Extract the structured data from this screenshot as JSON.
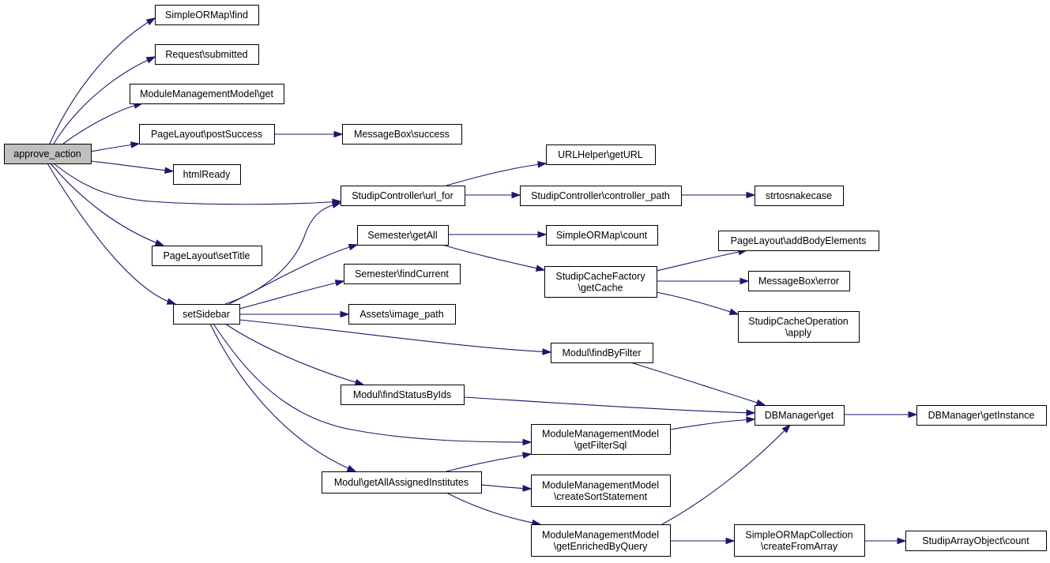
{
  "graph": {
    "nodes": [
      {
        "id": "approve_action",
        "lines": [
          "approve_action"
        ],
        "root": true
      },
      {
        "id": "orm_find",
        "lines": [
          "SimpleORMap\\find"
        ]
      },
      {
        "id": "req_submitted",
        "lines": [
          "Request\\submitted"
        ]
      },
      {
        "id": "mmm_get",
        "lines": [
          "ModuleManagementModel\\get"
        ]
      },
      {
        "id": "pl_postsuccess",
        "lines": [
          "PageLayout\\postSuccess"
        ]
      },
      {
        "id": "mb_success",
        "lines": [
          "MessageBox\\success"
        ]
      },
      {
        "id": "htmlready",
        "lines": [
          "htmlReady"
        ]
      },
      {
        "id": "sc_urlfor",
        "lines": [
          "StudipController\\url_for"
        ]
      },
      {
        "id": "urlhelper_geturl",
        "lines": [
          "URLHelper\\getURL"
        ]
      },
      {
        "id": "sc_controllerpath",
        "lines": [
          "StudipController\\controller_path"
        ]
      },
      {
        "id": "strtosnakecase",
        "lines": [
          "strtosnakecase"
        ]
      },
      {
        "id": "pl_settitle",
        "lines": [
          "PageLayout\\setTitle"
        ]
      },
      {
        "id": "setsidebar",
        "lines": [
          "setSidebar"
        ]
      },
      {
        "id": "sem_getall",
        "lines": [
          "Semester\\getAll"
        ]
      },
      {
        "id": "orm_count",
        "lines": [
          "SimpleORMap\\count"
        ]
      },
      {
        "id": "scf_getcache",
        "lines": [
          "StudipCacheFactory",
          "\\getCache"
        ]
      },
      {
        "id": "pl_addbody",
        "lines": [
          "PageLayout\\addBodyElements"
        ]
      },
      {
        "id": "mb_error",
        "lines": [
          "MessageBox\\error"
        ]
      },
      {
        "id": "sco_apply",
        "lines": [
          "StudipCacheOperation",
          "\\apply"
        ]
      },
      {
        "id": "sem_findcurrent",
        "lines": [
          "Semester\\findCurrent"
        ]
      },
      {
        "id": "assets_imagepath",
        "lines": [
          "Assets\\image_path"
        ]
      },
      {
        "id": "modul_findbyfilter",
        "lines": [
          "Modul\\findByFilter"
        ]
      },
      {
        "id": "modul_findstatus",
        "lines": [
          "Modul\\findStatusByIds"
        ]
      },
      {
        "id": "dbm_get",
        "lines": [
          "DBManager\\get"
        ]
      },
      {
        "id": "dbm_getinstance",
        "lines": [
          "DBManager\\getInstance"
        ]
      },
      {
        "id": "mmm_getfiltersql",
        "lines": [
          "ModuleManagementModel",
          "\\getFilterSql"
        ]
      },
      {
        "id": "modul_getallassigned",
        "lines": [
          "Modul\\getAllAssignedInstitutes"
        ]
      },
      {
        "id": "mmm_createsort",
        "lines": [
          "ModuleManagementModel",
          "\\createSortStatement"
        ]
      },
      {
        "id": "mmm_getenriched",
        "lines": [
          "ModuleManagementModel",
          "\\getEnrichedByQuery"
        ]
      },
      {
        "id": "ormc_createfromarray",
        "lines": [
          "SimpleORMapCollection",
          "\\createFromArray"
        ]
      },
      {
        "id": "sao_count",
        "lines": [
          "StudipArrayObject\\count"
        ]
      }
    ],
    "edges": [
      [
        "approve_action",
        "orm_find"
      ],
      [
        "approve_action",
        "req_submitted"
      ],
      [
        "approve_action",
        "mmm_get"
      ],
      [
        "approve_action",
        "pl_postsuccess"
      ],
      [
        "approve_action",
        "htmlready"
      ],
      [
        "approve_action",
        "sc_urlfor"
      ],
      [
        "approve_action",
        "pl_settitle"
      ],
      [
        "approve_action",
        "setsidebar"
      ],
      [
        "pl_postsuccess",
        "mb_success"
      ],
      [
        "sc_urlfor",
        "urlhelper_geturl"
      ],
      [
        "sc_urlfor",
        "sc_controllerpath"
      ],
      [
        "sc_controllerpath",
        "strtosnakecase"
      ],
      [
        "setsidebar",
        "sc_urlfor"
      ],
      [
        "setsidebar",
        "sem_getall"
      ],
      [
        "setsidebar",
        "sem_findcurrent"
      ],
      [
        "setsidebar",
        "assets_imagepath"
      ],
      [
        "setsidebar",
        "modul_findbyfilter"
      ],
      [
        "setsidebar",
        "modul_findstatus"
      ],
      [
        "setsidebar",
        "mmm_getfiltersql"
      ],
      [
        "setsidebar",
        "modul_getallassigned"
      ],
      [
        "sem_getall",
        "orm_count"
      ],
      [
        "sem_getall",
        "scf_getcache"
      ],
      [
        "scf_getcache",
        "pl_addbody"
      ],
      [
        "scf_getcache",
        "mb_error"
      ],
      [
        "scf_getcache",
        "sco_apply"
      ],
      [
        "modul_findbyfilter",
        "dbm_get"
      ],
      [
        "modul_findstatus",
        "dbm_get"
      ],
      [
        "mmm_getfiltersql",
        "dbm_get"
      ],
      [
        "dbm_get",
        "dbm_getinstance"
      ],
      [
        "modul_getallassigned",
        "mmm_getfiltersql"
      ],
      [
        "modul_getallassigned",
        "mmm_createsort"
      ],
      [
        "modul_getallassigned",
        "mmm_getenriched"
      ],
      [
        "mmm_getenriched",
        "dbm_get"
      ],
      [
        "mmm_getenriched",
        "ormc_createfromarray"
      ],
      [
        "ormc_createfromarray",
        "sao_count"
      ]
    ]
  }
}
